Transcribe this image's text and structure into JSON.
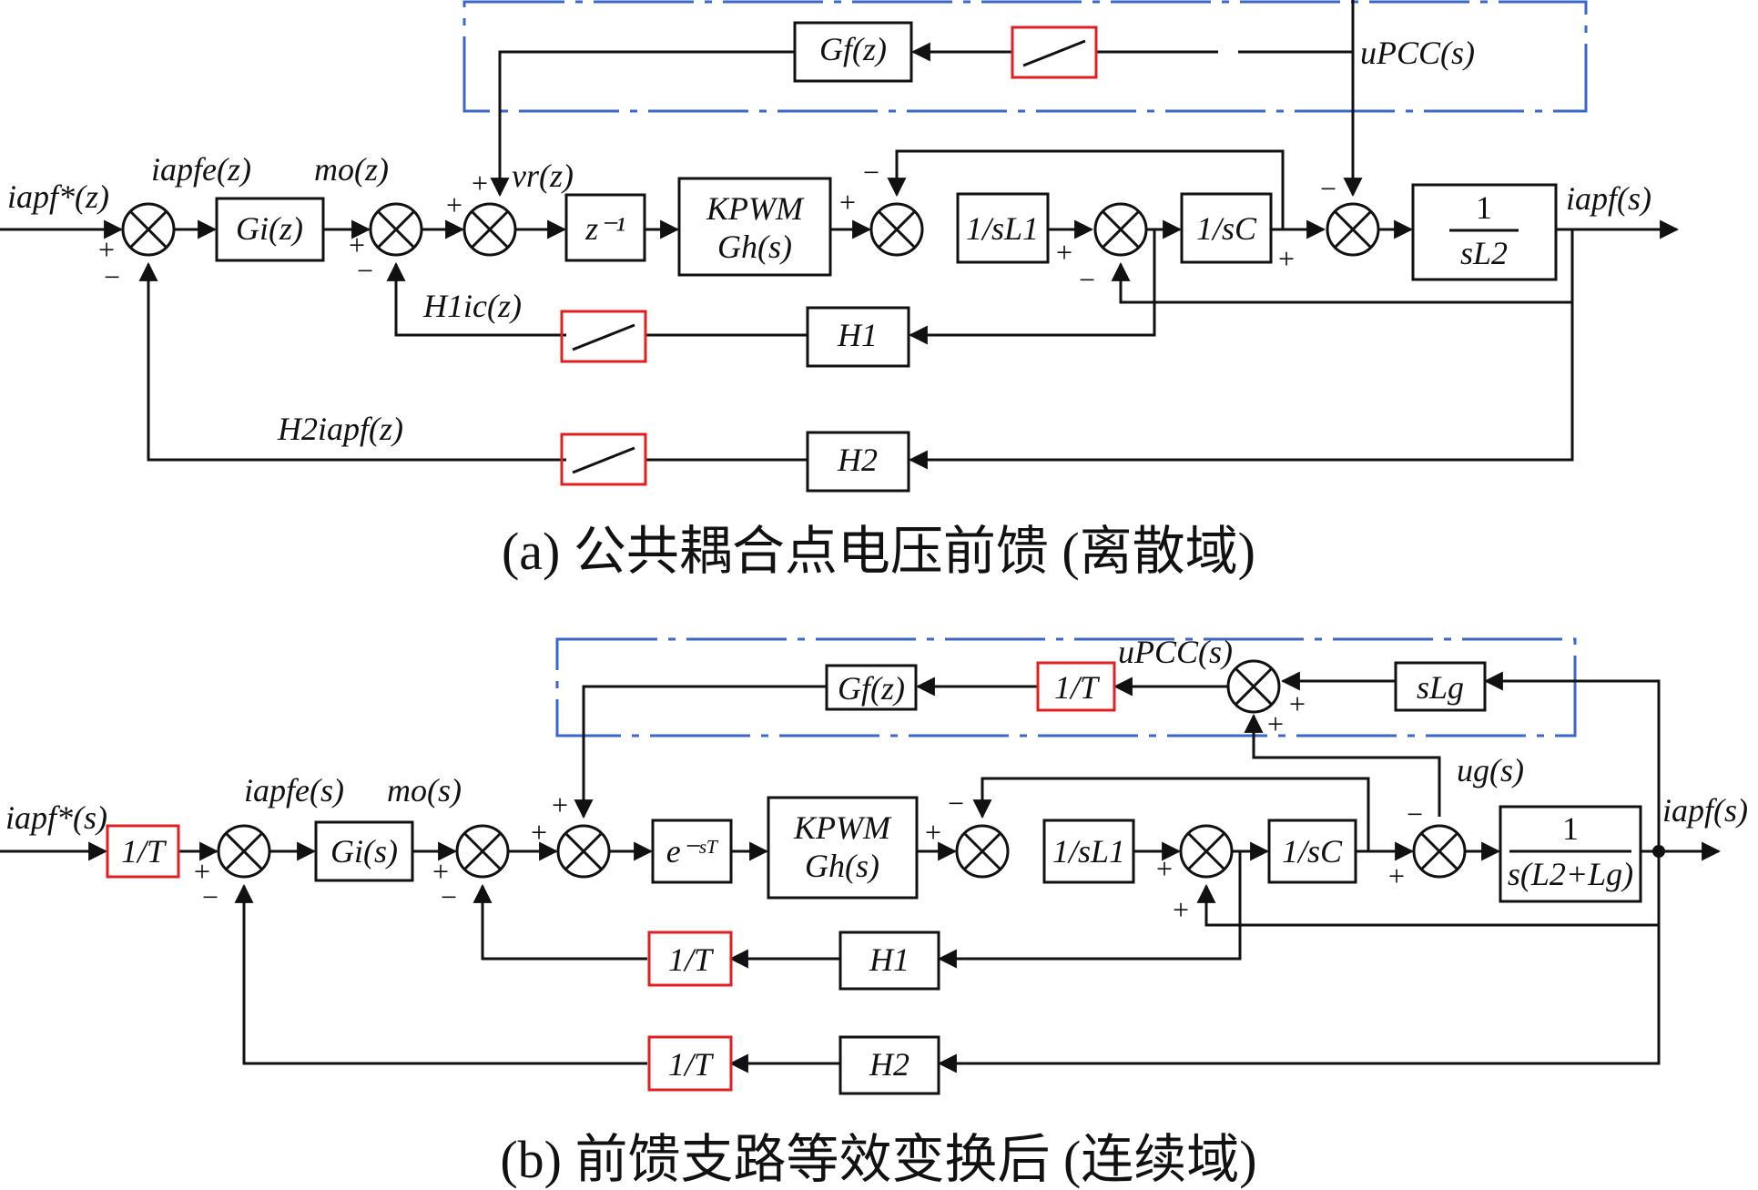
{
  "diagram_a": {
    "blocks": {
      "gf": "Gf(z)",
      "gi": "Gi(z)",
      "zinv": "z⁻¹",
      "kpwm_1": "KPWM",
      "kpwm_2": "Gh(s)",
      "l1": "1/sL1",
      "c": "1/sC",
      "l2_num": "1",
      "l2_den": "sL2",
      "h1": "H1",
      "h2": "H2"
    },
    "labels": {
      "iapf_ref": "iapf*(z)",
      "iapfe": "iapfe(z)",
      "mo": "mo(z)",
      "vr": "vr(z)",
      "upcc": "uPCC(s)",
      "iapf_out": "iapf(s)",
      "h1ic": "H1ic(z)",
      "h2iapf": "H2iapf(z)"
    }
  },
  "caption_a": "(a) 公共耦合点电压前馈 (离散域)",
  "diagram_b": {
    "blocks": {
      "gf": "Gf(z)",
      "t_ff": "1/T",
      "slg": "sLg",
      "t_in": "1/T",
      "gi": "Gi(s)",
      "delay": "e⁻ˢᵀ",
      "kpwm_1": "KPWM",
      "kpwm_2": "Gh(s)",
      "l1": "1/sL1",
      "c": "1/sC",
      "lt_num": "1",
      "lt_den": "s(L2+Lg)",
      "t_h1": "1/T",
      "h1": "H1",
      "t_h2": "1/T",
      "h2": "H2"
    },
    "labels": {
      "iapf_ref": "iapf*(s)",
      "iapfe": "iapfe(s)",
      "mo": "mo(s)",
      "upcc": "uPCC(s)",
      "ug": "ug(s)",
      "iapf_out": "iapf(s)"
    }
  },
  "caption_b": "(b) 前馈支路等效变换后 (连续域)",
  "signs": {
    "plus": "+",
    "minus": "−"
  },
  "colors": {
    "line": "#111111",
    "switch_box": "#e02020",
    "feedforward_box": "#3a67c8"
  }
}
